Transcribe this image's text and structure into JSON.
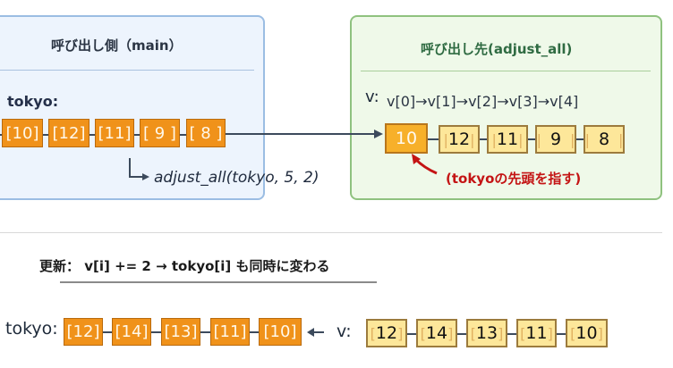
{
  "caller": {
    "title": "呼び出し側（main）",
    "array_label": "tokyo:",
    "values": [
      "[10]",
      "[12]",
      "[11]",
      "[ 9 ]",
      "[ 8 ]"
    ],
    "call": "adjust_all(tokyo, 5, 2)"
  },
  "callee": {
    "title": "呼び出し先(adjust_all)",
    "array_label": "v:",
    "index_sequence": "v[0]→v[1]→v[2]→v[3]→v[4]",
    "values": [
      "10",
      "12",
      "11",
      "9",
      "8"
    ],
    "pointer_note": "(tokyoの先頭を指す)"
  },
  "update": {
    "text": "更新： v[i] += 2  →  tokyo[i] も同時に変わる"
  },
  "result": {
    "tokyo_label": "tokyo:",
    "tokyo_values": [
      "[12]",
      "[14]",
      "[13]",
      "[11]",
      "[10]"
    ],
    "v_label": "v:",
    "v_values": [
      "12",
      "14",
      "13",
      "11",
      "10"
    ]
  },
  "colors": {
    "caller_accent": "#9bbde3",
    "callee_accent": "#8fc27f",
    "array_orange": "#f0921a",
    "array_yellow": "#fde79a",
    "note_red": "#c41414"
  }
}
